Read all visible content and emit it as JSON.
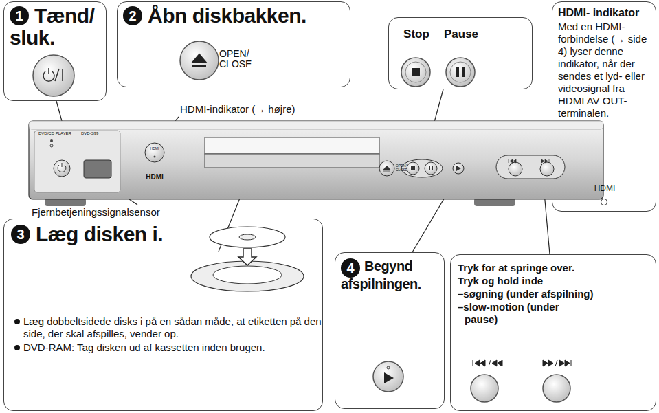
{
  "diagram": {
    "nodes": [
      {
        "text": [
          "1",
          "Tænd/ sluk."
        ]
      },
      {
        "text": [
          "2",
          "Åbn diskbakken.",
          "OPEN/ CLOSE"
        ]
      },
      {
        "text": [
          "Stop",
          "Pause"
        ]
      },
      {
        "text": [
          "HDMI- indikator",
          "Med en HDMI- forbindelse (→ side 4) lyser denne indikator, når der sendes et lyd- eller videosignal fra HDMI AV OUT- terminalen.",
          "HDMI"
        ]
      },
      {
        "text": [
          "3",
          "Læg disken i.",
          "Læg dobbeltsidede disks i på en sådan måde, at etiketten på den side, der skal afspilles, vender op.",
          "DVD-RAM: Tag disken ud af kassetten inden brugen."
        ]
      },
      {
        "text": [
          "4",
          "Begynd afspilningen."
        ]
      },
      {
        "text": [
          "Tryk for at springe over.",
          "Tryk og hold inde",
          "–søgning (under afspilning)",
          "–slow-motion (under pause)"
        ]
      }
    ],
    "labels": [
      "HDMI-indikator (→ højre)",
      "Fjernbetjeningssignalsensor",
      "DVD/CD PLAYER",
      "DVD-S99",
      "HDMI",
      "HDMI",
      "OPEN/ CLOSE"
    ]
  }
}
